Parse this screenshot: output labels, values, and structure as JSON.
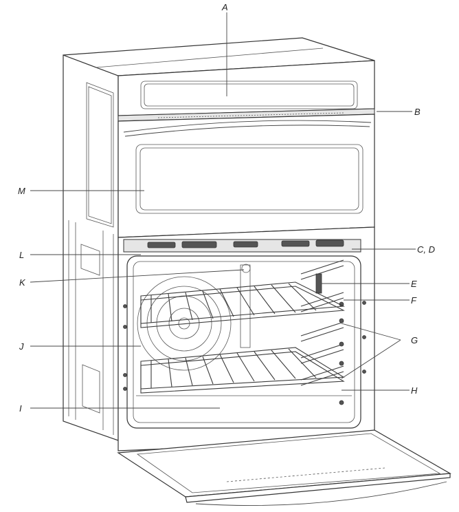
{
  "labels": {
    "A": "A",
    "B": "B",
    "CD": "C, D",
    "E": "E",
    "F": "F",
    "G": "G",
    "H": "H",
    "I": "I",
    "J": "J",
    "K": "K",
    "L": "L",
    "M": "M"
  }
}
